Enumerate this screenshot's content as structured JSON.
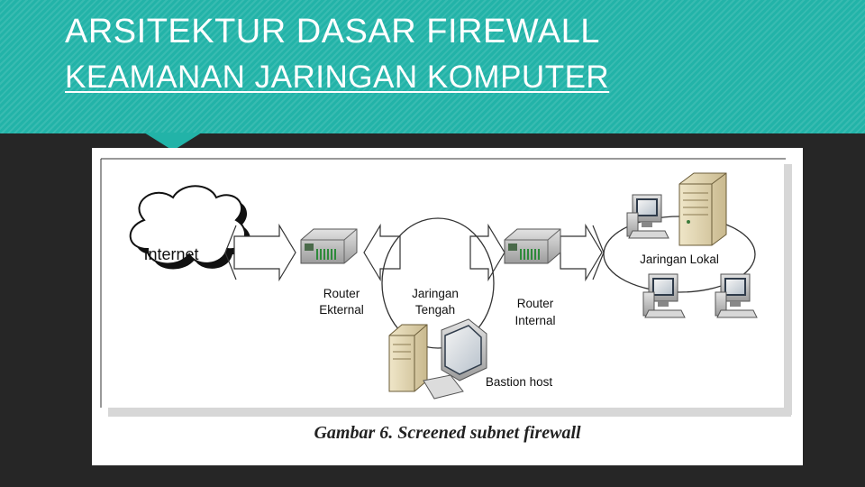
{
  "slide": {
    "title": "ARSITEKTUR DASAR FIREWALL",
    "subtitle": "KEAMANAN JARINGAN KOMPUTER"
  },
  "diagram": {
    "nodes": {
      "internet": "Internet",
      "router_external_line1": "Router",
      "router_external_line2": "Ekternal",
      "middle_network_line1": "Jaringan",
      "middle_network_line2": "Tengah",
      "router_internal_line1": "Router",
      "router_internal_line2": "Internal",
      "local_network": "Jaringan Lokal",
      "bastion_host": "Bastion host"
    },
    "caption": "Gambar 6. Screened subnet firewall"
  },
  "colors": {
    "header": "#22b3a8",
    "background": "#262626",
    "server_beige": "#d9cba5",
    "router_gray": "#b8b8b8"
  }
}
